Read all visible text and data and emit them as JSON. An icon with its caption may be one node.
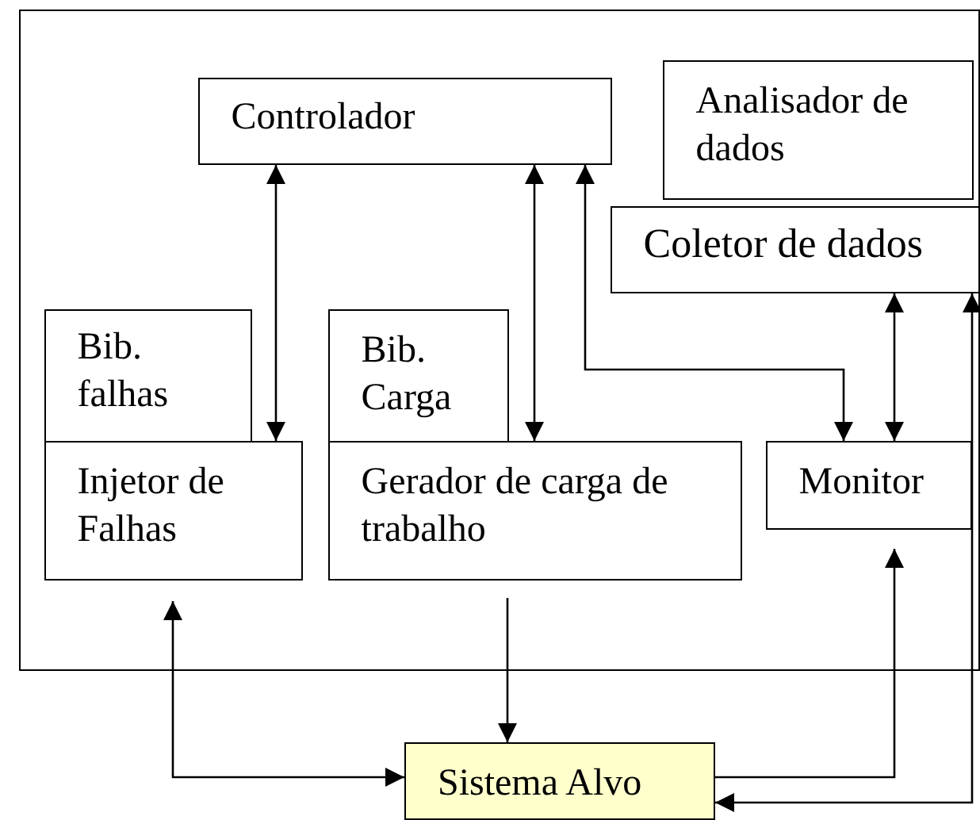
{
  "diagram": {
    "nodes": [
      {
        "text": [],
        "shape": "box"
      },
      {
        "text": [
          "Controlador"
        ],
        "in": 0
      },
      {
        "text": [
          "Analisador de dados"
        ],
        "in": 0
      },
      {
        "text": [
          "Coletor de dados"
        ],
        "in": 0
      },
      {
        "text": [
          "Bib. falhas"
        ],
        "in": 0
      },
      {
        "text": [
          "Bib. Carga"
        ],
        "in": 0
      },
      {
        "text": [
          "Injetor de Falhas"
        ],
        "in": 0
      },
      {
        "text": [
          "Gerador de carga de trabalho"
        ],
        "in": 0
      },
      {
        "text": [
          "Monitor"
        ],
        "in": 0
      },
      {
        "text": [
          "Sistema Alvo"
        ]
      }
    ],
    "edges": [
      {
        "from": 1,
        "to": 6,
        "arrow": "both"
      },
      {
        "from": 1,
        "to": 7,
        "arrow": "both"
      },
      {
        "from": 1,
        "to": 8,
        "arrow": "both"
      },
      {
        "from": 3,
        "to": 8,
        "arrow": "both"
      },
      {
        "from": 3,
        "to": 9,
        "arrow": "both"
      },
      {
        "from": 6,
        "to": 9,
        "arrow": "both"
      },
      {
        "from": 7,
        "to": 9,
        "arrow": "to"
      },
      {
        "from": 9,
        "to": 8,
        "arrow": "to"
      }
    ]
  }
}
